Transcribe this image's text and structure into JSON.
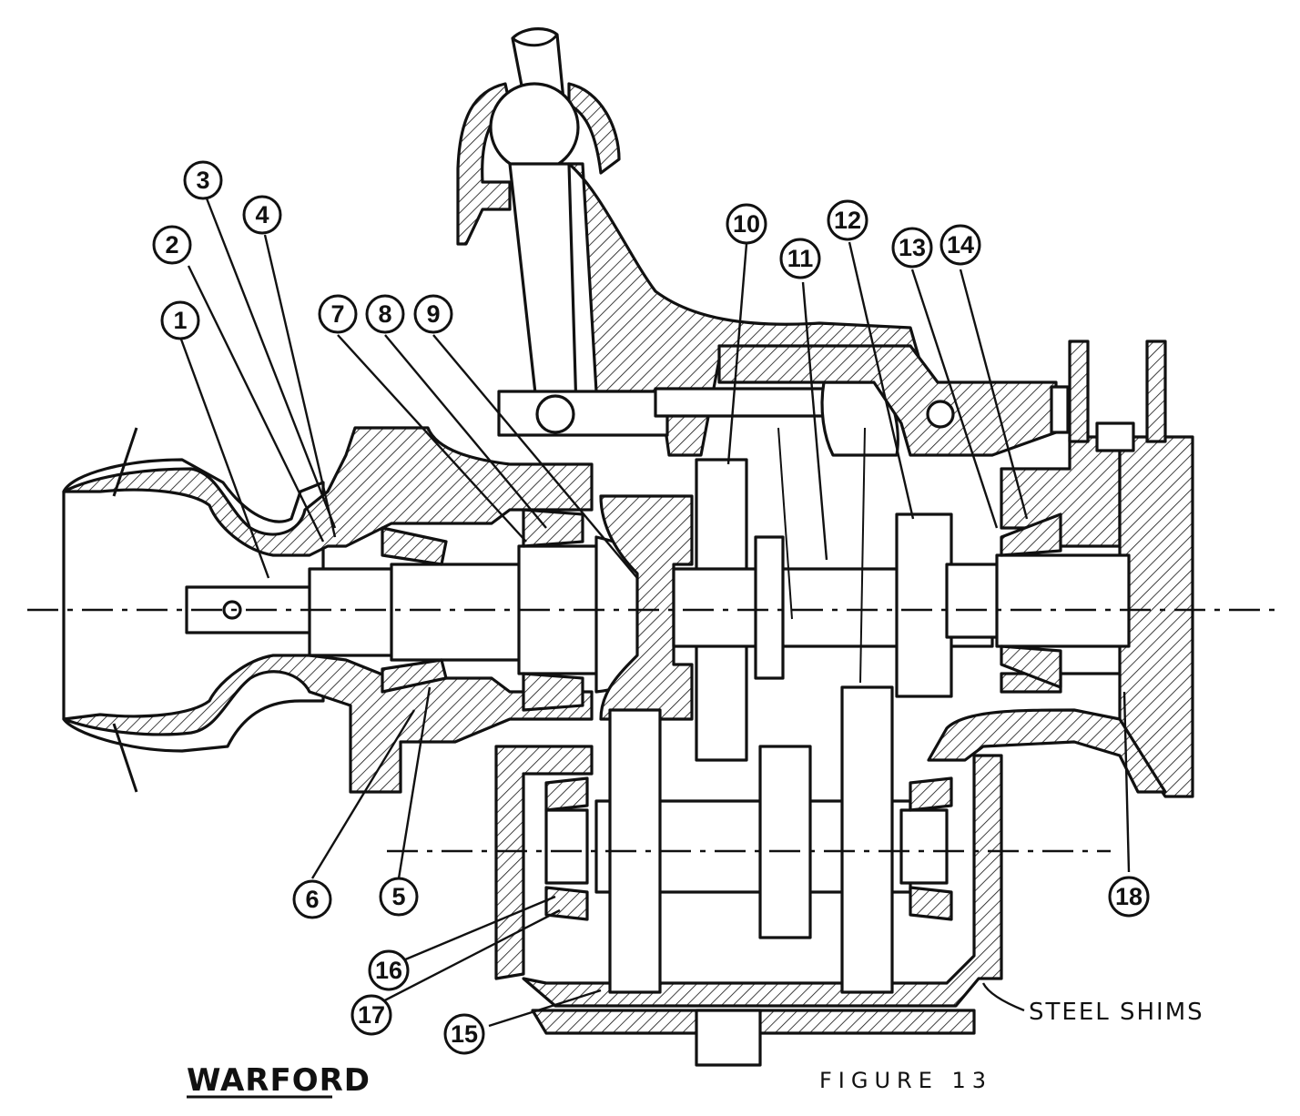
{
  "brand": "WARFORD",
  "figure_caption": "FIGURE 13",
  "shims_label": "STEEL SHIMS",
  "callouts": [
    {
      "label": "1"
    },
    {
      "label": "2"
    },
    {
      "label": "3"
    },
    {
      "label": "4"
    },
    {
      "label": "5"
    },
    {
      "label": "6"
    },
    {
      "label": "7"
    },
    {
      "label": "8"
    },
    {
      "label": "9"
    },
    {
      "label": "10"
    },
    {
      "label": "11"
    },
    {
      "label": "12"
    },
    {
      "label": "13"
    },
    {
      "label": "14"
    },
    {
      "label": "15"
    },
    {
      "label": "16"
    },
    {
      "label": "17"
    },
    {
      "label": "18"
    }
  ]
}
